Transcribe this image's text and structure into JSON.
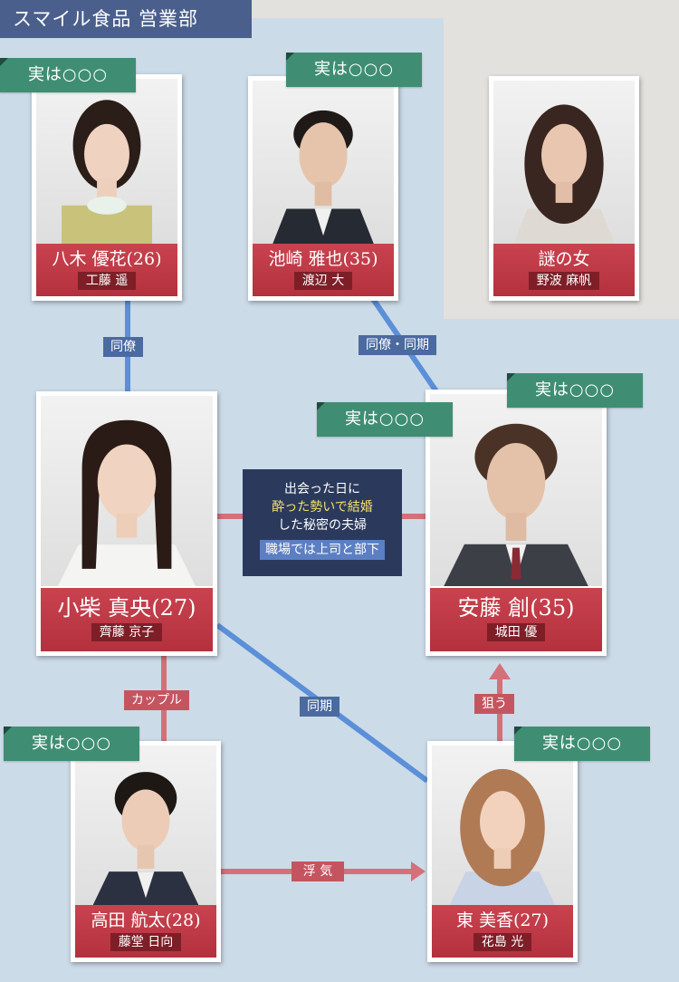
{
  "department": "スマイル食品 営業部",
  "secret_tag": "実は○○○",
  "characters": {
    "yagi": {
      "name": "八木 優花",
      "age": "(26)",
      "actor": "工藤 遥"
    },
    "ikezaki": {
      "name": "池崎 雅也",
      "age": "(35)",
      "actor": "渡辺 大"
    },
    "nazo": {
      "name": "謎の女",
      "actor": "野波 麻帆"
    },
    "koshiba": {
      "name": "小柴 真央",
      "age": "(27)",
      "actor": "齊藤 京子"
    },
    "ando": {
      "name": "安藤 創",
      "age": "(35)",
      "actor": "城田 優"
    },
    "takada": {
      "name": "高田 航太",
      "age": "(28)",
      "actor": "藤堂 日向"
    },
    "higashi": {
      "name": "東 美香",
      "age": "(27)",
      "actor": "花島 光"
    }
  },
  "relations": {
    "doryo": "同僚",
    "doryo_doki": "同僚・同期",
    "couple": "カップル",
    "doki": "同期",
    "nerau": "狙う",
    "uwaki": "浮 気"
  },
  "center": {
    "line1": "出会った日に",
    "line2": "酔った勢いで結婚",
    "line3": "した秘密の夫婦",
    "line4": "職場では上司と部下"
  },
  "colors": {
    "department_band": "#4a5f8c",
    "name_plate": "#c0393f",
    "secret_tag": "#3f8e73",
    "blue_link": "#5b8fd8",
    "red_link": "#d4707a",
    "center_box": "#2b3a5c"
  },
  "icons": {
    "nerau": "arrow-up-icon",
    "uwaki": "arrow-right-icon"
  }
}
